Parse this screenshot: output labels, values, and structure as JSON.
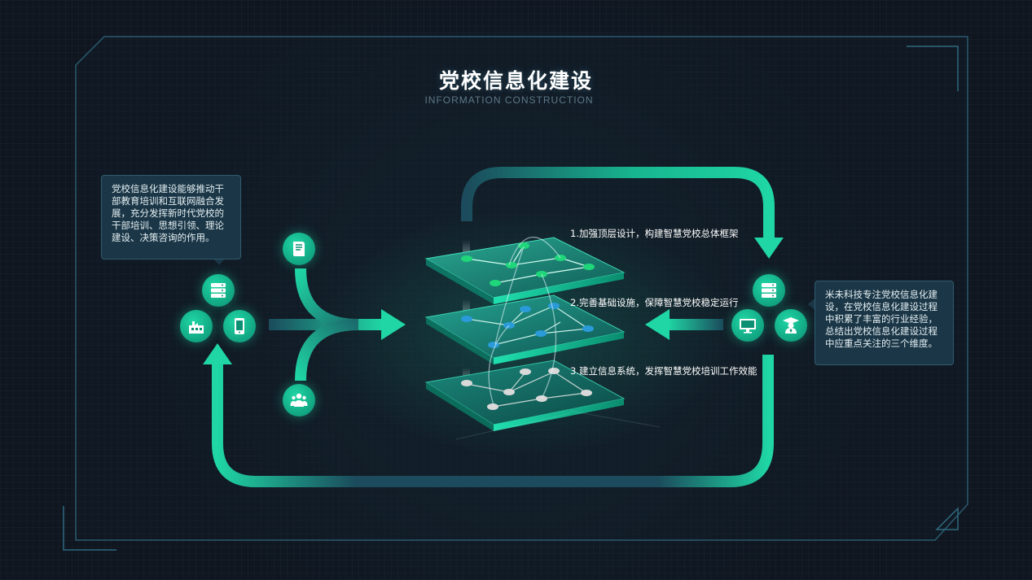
{
  "header": {
    "title": "党校信息化建设",
    "subtitle": "INFORMATION CONSTRUCTION"
  },
  "callouts": {
    "left": [
      "党校信息化建设能够推动干",
      "部教育培训和互联网融合发",
      "展，充分发挥新时代党校的",
      "干部培训、思想引领、理论",
      "建设、决策咨询的作用。"
    ],
    "right": [
      "米未科技专注党校信息化建",
      "设，在党校信息化建设过程",
      "中积累了丰富的行业经验，",
      "总结出党校信息化建设过程",
      "中应重点关注的三个维度。"
    ]
  },
  "steps": [
    "1.加强顶层设计，构建智慧党校总体框架",
    "2.完善基础设施，保障智慧党校稳定运行",
    "3.建立信息系统，发挥智慧党校培训工作效能"
  ],
  "icons": {
    "left": [
      "server-icon",
      "factory-icon",
      "mobile-icon",
      "book-icon",
      "users-icon"
    ],
    "right": [
      "server-icon",
      "monitor-icon",
      "graduate-icon"
    ]
  },
  "colors": {
    "accent": "#1fd6a4",
    "frame": "#2a5a6f",
    "arrow_dark": "#1b4b5c",
    "background": "#0f1620"
  }
}
